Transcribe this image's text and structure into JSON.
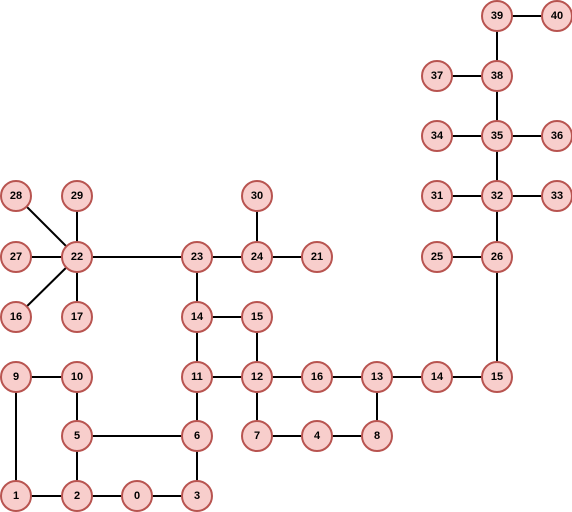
{
  "style": {
    "node_fill": "#f8cecc",
    "node_stroke": "#b85450",
    "edge_color": "#000000",
    "background": "#ffffff"
  },
  "nodes": [
    {
      "id": "n39",
      "label": "39"
    },
    {
      "id": "n40",
      "label": "40"
    },
    {
      "id": "n37",
      "label": "37"
    },
    {
      "id": "n38",
      "label": "38"
    },
    {
      "id": "n34",
      "label": "34"
    },
    {
      "id": "n35",
      "label": "35"
    },
    {
      "id": "n36",
      "label": "36"
    },
    {
      "id": "n28",
      "label": "28"
    },
    {
      "id": "n29",
      "label": "29"
    },
    {
      "id": "n30",
      "label": "30"
    },
    {
      "id": "n31",
      "label": "31"
    },
    {
      "id": "n32",
      "label": "32"
    },
    {
      "id": "n33",
      "label": "33"
    },
    {
      "id": "n27",
      "label": "27"
    },
    {
      "id": "n22",
      "label": "22"
    },
    {
      "id": "n23",
      "label": "23"
    },
    {
      "id": "n24",
      "label": "24"
    },
    {
      "id": "n21",
      "label": "21"
    },
    {
      "id": "n25",
      "label": "25"
    },
    {
      "id": "n26",
      "label": "26"
    },
    {
      "id": "n16a",
      "label": "16"
    },
    {
      "id": "n17",
      "label": "17"
    },
    {
      "id": "n14a",
      "label": "14"
    },
    {
      "id": "n15a",
      "label": "15"
    },
    {
      "id": "n9",
      "label": "9"
    },
    {
      "id": "n10",
      "label": "10"
    },
    {
      "id": "n11",
      "label": "11"
    },
    {
      "id": "n12",
      "label": "12"
    },
    {
      "id": "n16b",
      "label": "16"
    },
    {
      "id": "n13",
      "label": "13"
    },
    {
      "id": "n14b",
      "label": "14"
    },
    {
      "id": "n15b",
      "label": "15"
    },
    {
      "id": "n5",
      "label": "5"
    },
    {
      "id": "n6",
      "label": "6"
    },
    {
      "id": "n7",
      "label": "7"
    },
    {
      "id": "n4",
      "label": "4"
    },
    {
      "id": "n8",
      "label": "8"
    },
    {
      "id": "n1",
      "label": "1"
    },
    {
      "id": "n2",
      "label": "2"
    },
    {
      "id": "n0",
      "label": "0"
    },
    {
      "id": "n3",
      "label": "3"
    }
  ],
  "edges": [
    [
      "n39",
      "n40"
    ],
    [
      "n39",
      "n38"
    ],
    [
      "n37",
      "n38"
    ],
    [
      "n38",
      "n35"
    ],
    [
      "n34",
      "n35"
    ],
    [
      "n35",
      "n36"
    ],
    [
      "n35",
      "n32"
    ],
    [
      "n31",
      "n32"
    ],
    [
      "n32",
      "n33"
    ],
    [
      "n32",
      "n26"
    ],
    [
      "n25",
      "n26"
    ],
    [
      "n26",
      "n15b"
    ],
    [
      "n28",
      "n22"
    ],
    [
      "n29",
      "n22"
    ],
    [
      "n27",
      "n22"
    ],
    [
      "n16a",
      "n22"
    ],
    [
      "n17",
      "n22"
    ],
    [
      "n22",
      "n23"
    ],
    [
      "n23",
      "n24"
    ],
    [
      "n30",
      "n24"
    ],
    [
      "n24",
      "n21"
    ],
    [
      "n23",
      "n14a"
    ],
    [
      "n14a",
      "n15a"
    ],
    [
      "n14a",
      "n11"
    ],
    [
      "n15a",
      "n12"
    ],
    [
      "n11",
      "n12"
    ],
    [
      "n11",
      "n6"
    ],
    [
      "n12",
      "n16b"
    ],
    [
      "n16b",
      "n13"
    ],
    [
      "n13",
      "n14b"
    ],
    [
      "n14b",
      "n15b"
    ],
    [
      "n12",
      "n7"
    ],
    [
      "n7",
      "n4"
    ],
    [
      "n4",
      "n8"
    ],
    [
      "n13",
      "n8"
    ],
    [
      "n9",
      "n10"
    ],
    [
      "n9",
      "n1"
    ],
    [
      "n10",
      "n5"
    ],
    [
      "n5",
      "n6"
    ],
    [
      "n5",
      "n2"
    ],
    [
      "n1",
      "n2"
    ],
    [
      "n2",
      "n0"
    ],
    [
      "n0",
      "n3"
    ],
    [
      "n6",
      "n3"
    ]
  ]
}
